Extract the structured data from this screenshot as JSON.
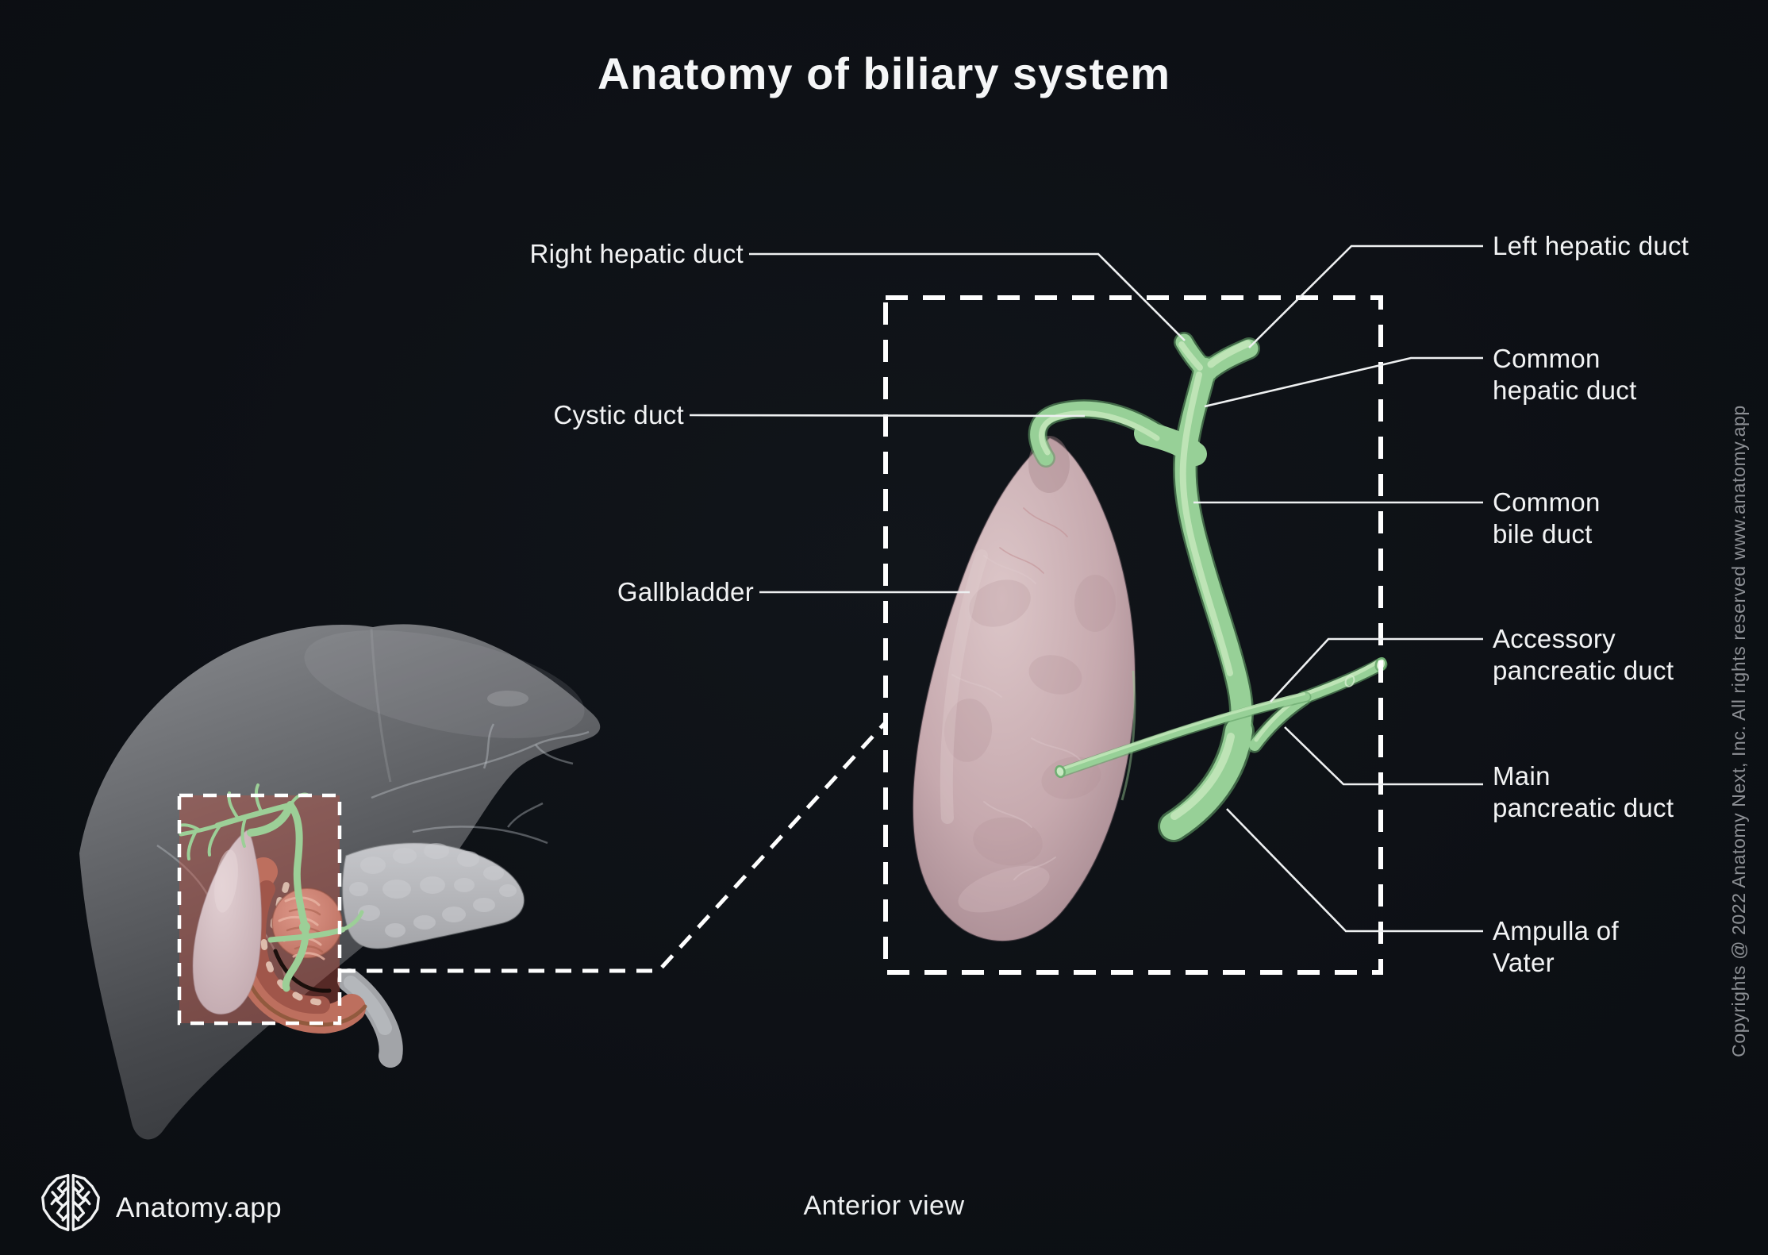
{
  "title": "Anatomy of biliary system",
  "diagram": {
    "labels": {
      "right_hepatic_duct": "Right hepatic duct",
      "cystic_duct": "Cystic duct",
      "gallbladder": "Gallbladder",
      "left_hepatic_duct": "Left hepatic duct",
      "common_hepatic_duct": "Common\nhepatic duct",
      "common_bile_duct": "Common\nbile duct",
      "accessory_pancreatic_duct": "Accessory\npancreatic duct",
      "main_pancreatic_duct": "Main\npancreatic duct",
      "ampulla_of_vater": "Ampulla of\nVater"
    },
    "view_caption": "Anterior view"
  },
  "branding": {
    "app_name": "Anatomy.app",
    "logo_icon": "brain-icon"
  },
  "copyright": "Copyrights @ 2022 Anatomy Next, Inc. All rights reserved www.anatomy.app",
  "colors": {
    "background": "#0d1015",
    "duct_green": "#97d097",
    "gallbladder_pink": "#c9aeb2",
    "highlight_region_red": "rgba(197,80,66,0.40)",
    "label_text": "#f2f3f4",
    "copyright_text": "#8d9095"
  }
}
